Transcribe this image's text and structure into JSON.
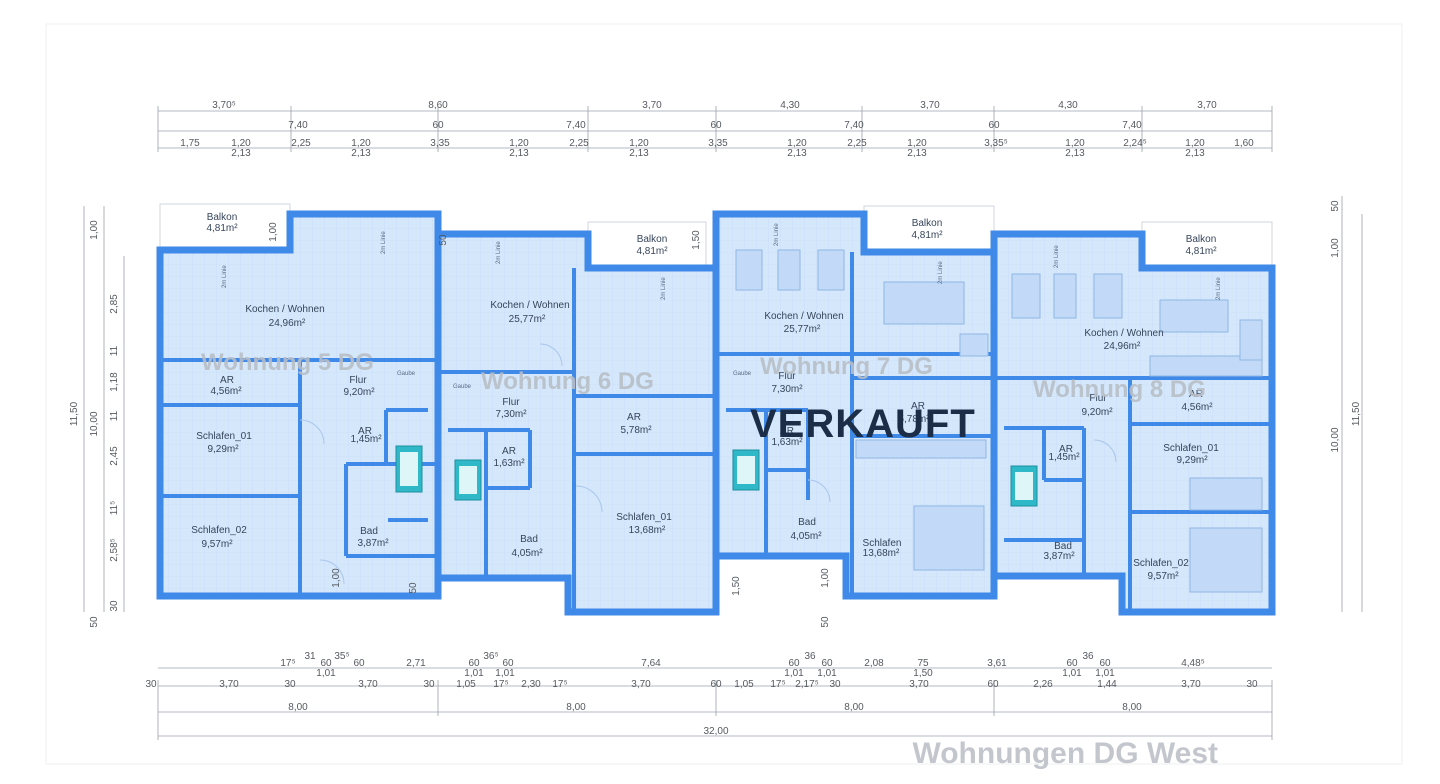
{
  "title": "Wohnungen DG West",
  "status_label": "VERKAUFT",
  "colors": {
    "wall": "#3f89e8",
    "room_fill": "#d5e7fb",
    "room_fill_light": "#e9f2fd",
    "dim_line": "#9aa3ad",
    "dim_text": "#555a60",
    "sold_text": "#1b2d47",
    "label_grey": "#b8bec6"
  },
  "units": [
    {
      "name": "Wohnung 5 DG"
    },
    {
      "name": "Wohnung 6 DG"
    },
    {
      "name": "Wohnung 7 DG"
    },
    {
      "name": "Wohnung 8 DG"
    }
  ],
  "rooms": {
    "u5": [
      {
        "name": "Balkon",
        "area": "4,81m²"
      },
      {
        "name": "Kochen / Wohnen",
        "area": "24,96m²"
      },
      {
        "name": "AR",
        "area": "4,56m²"
      },
      {
        "name": "Flur",
        "area": "9,20m²"
      },
      {
        "name": "AR",
        "area": "1,45m²"
      },
      {
        "name": "Schlafen_01",
        "area": "9,29m²"
      },
      {
        "name": "Schlafen_02",
        "area": "9,57m²"
      },
      {
        "name": "Bad",
        "area": "3,87m²"
      }
    ],
    "u6": [
      {
        "name": "Balkon",
        "area": "4,81m²"
      },
      {
        "name": "Kochen / Wohnen",
        "area": "25,77m²"
      },
      {
        "name": "Flur",
        "area": "7,30m²"
      },
      {
        "name": "AR",
        "area": "1,63m²"
      },
      {
        "name": "AR",
        "area": "5,78m²"
      },
      {
        "name": "Bad",
        "area": "4,05m²"
      },
      {
        "name": "Schlafen_01",
        "area": "13,68m²"
      }
    ],
    "u7": [
      {
        "name": "Balkon",
        "area": "4,81m²"
      },
      {
        "name": "Kochen / Wohnen",
        "area": "25,77m²"
      },
      {
        "name": "Flur",
        "area": "7,30m²"
      },
      {
        "name": "AR",
        "area": "5,78m²"
      },
      {
        "name": "AR",
        "area": "1,63m²"
      },
      {
        "name": "Bad",
        "area": "4,05m²"
      },
      {
        "name": "Schlafen",
        "area": "13,68m²"
      }
    ],
    "u8": [
      {
        "name": "Balkon",
        "area": "4,81m²"
      },
      {
        "name": "Kochen / Wohnen",
        "area": "24,96m²"
      },
      {
        "name": "Flur",
        "area": "9,20m²"
      },
      {
        "name": "AR",
        "area": "4,56m²"
      },
      {
        "name": "AR",
        "area": "1,45m²"
      },
      {
        "name": "Schlafen_01",
        "area": "9,29m²"
      },
      {
        "name": "Bad",
        "area": "3,87m²"
      },
      {
        "name": "Schlafen_02",
        "area": "9,57m²"
      }
    ]
  },
  "annotations": {
    "gaube": "Gaube",
    "linie": "2m Linie"
  },
  "dims": {
    "top1": [
      "3,70⁵",
      "8,60",
      "3,70",
      "4,30",
      "3,70",
      "4,30",
      "3,70"
    ],
    "top2": [
      "7,40",
      "60",
      "7,40",
      "60",
      "7,40",
      "60",
      "7,40"
    ],
    "top3": [
      "1,75",
      "1,20",
      "2,25",
      "1,20",
      "3,35",
      "1,20",
      "2,25",
      "1,20",
      "3,35",
      "1,20",
      "2,25",
      "1,20",
      "3,35⁵",
      "1,20",
      "2,24⁵",
      "1,20",
      "1,60"
    ],
    "top3b": [
      "2,13",
      "2,13",
      "2,13",
      "2,13",
      "2,13",
      "2,13",
      "2,13",
      "2,13"
    ],
    "bot_a": [
      "17⁵",
      "31",
      "60",
      "35⁵",
      "60",
      "2,71",
      "60",
      "36⁵",
      "60",
      "7,64",
      "60",
      "36",
      "60",
      "2,08",
      "75",
      "3,61",
      "60",
      "36",
      "60",
      "4,48⁵"
    ],
    "bot_b": [
      "1,01",
      "1,01",
      "1,01",
      "1,01",
      "1,01",
      "1,50",
      "1,01",
      "1,01",
      "1,44"
    ],
    "bot_c": [
      "30",
      "3,70",
      "30",
      "3,70",
      "30",
      "1,05",
      "17⁵",
      "2,30",
      "17⁵",
      "3,70",
      "60",
      "1,05",
      "17⁵",
      "2,17⁵",
      "30",
      "3,70",
      "60",
      "2,26",
      "3,70",
      "30"
    ],
    "bot_d": [
      "8,00",
      "8,00",
      "8,00",
      "8,00"
    ],
    "bot_e": "32,00",
    "left_outer": [
      "11,50",
      "10,00",
      "50"
    ],
    "left_inner": [
      "1,00",
      "2,85",
      "11",
      "1,18",
      "11",
      "2,45",
      "11⁵",
      "2,58⁵",
      "30"
    ],
    "left_misc": [
      "1,00",
      "50",
      "1,50",
      "1,00",
      "50",
      "1,50",
      "1,00",
      "50"
    ],
    "right": [
      "50",
      "1,00",
      "11,50",
      "10,00"
    ]
  }
}
